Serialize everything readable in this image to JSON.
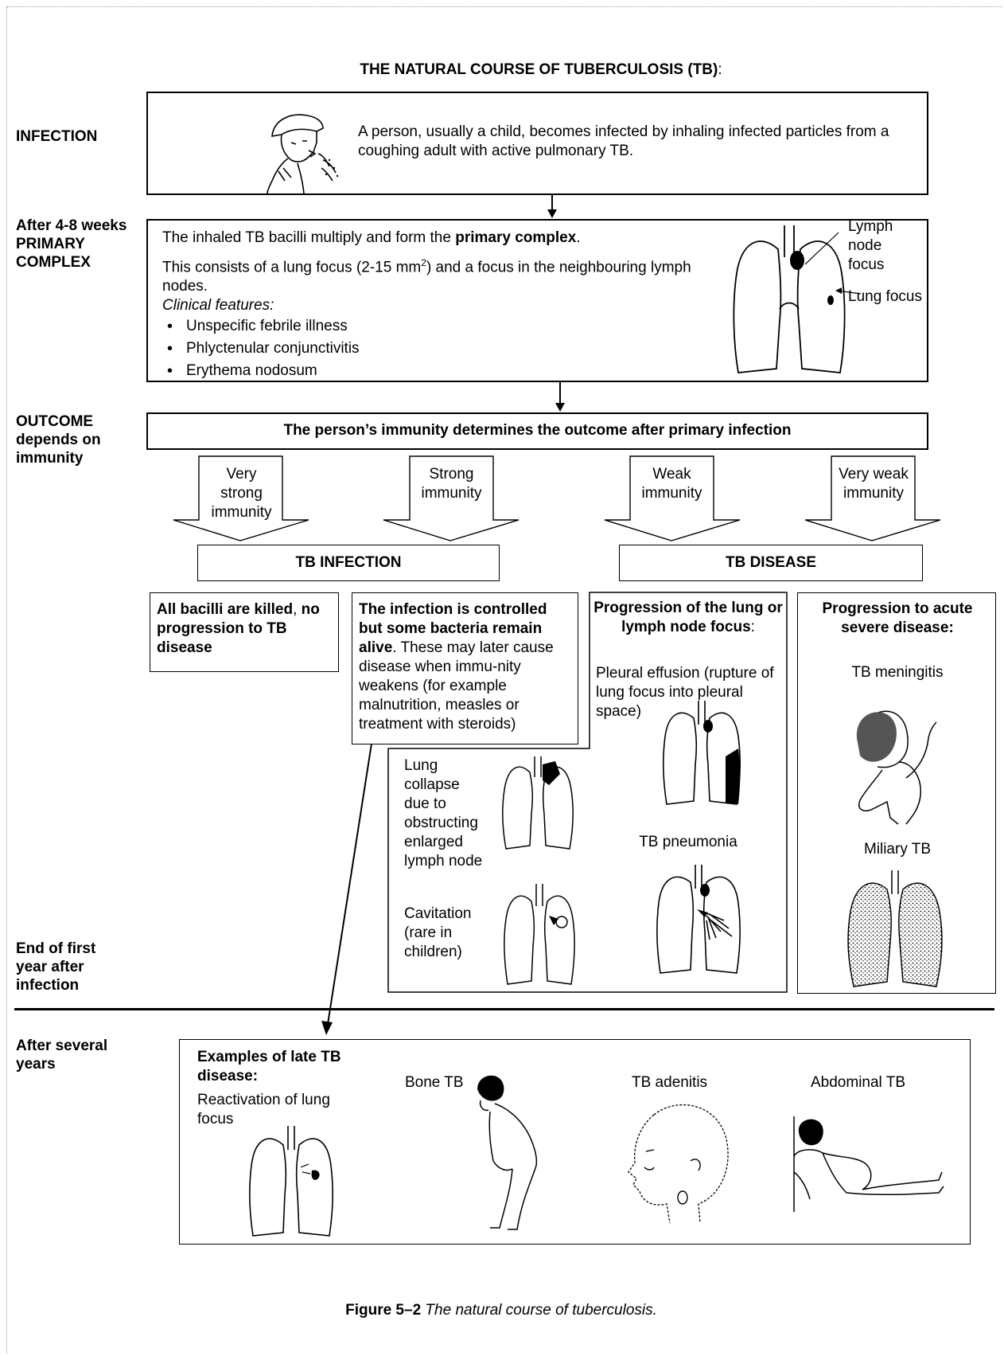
{
  "title": {
    "main": "THE NATURAL COURSE OF TUBERCULOSIS (TB)",
    "colon": ":"
  },
  "stages": {
    "infection": "INFECTION",
    "primary": [
      "After 4-8 weeks",
      "PRIMARY",
      "COMPLEX"
    ],
    "outcome": [
      "OUTCOME",
      "depends on",
      "immunity"
    ],
    "end_first_year": [
      "End of first",
      "year after",
      "infection"
    ],
    "several_years": [
      "After several",
      "years"
    ]
  },
  "infection_box": {
    "text": "A person, usually a child, becomes infected by inhaling infected particles from a coughing adult with active pulmonary TB."
  },
  "primary_box": {
    "line1_pre": "The inhaled TB bacilli multiply and form the ",
    "line1_bold": "primary complex",
    "line1_post": ".",
    "line2_pre": "This consists of a lung focus (2-15 mm",
    "line2_sup": "2",
    "line2_post": ") and a focus in the neighbouring lymph nodes.",
    "clinical_label": "Clinical features:",
    "bullets": [
      "Unspecific febrile illness",
      "Phlyctenular conjunctivitis",
      "Erythema nodosum"
    ],
    "label_lymph": [
      "Lymph node",
      "focus"
    ],
    "label_lung": "Lung focus"
  },
  "outcome_box": {
    "text": "The person’s immunity determines the outcome after primary infection"
  },
  "immunity_arrows": [
    [
      "Very",
      "strong",
      "immunity"
    ],
    [
      "Strong",
      "immunity"
    ],
    [
      "Weak",
      "immunity"
    ],
    [
      "Very weak",
      "immunity"
    ]
  ],
  "categories": {
    "infection": "TB INFECTION",
    "disease": "TB DISEASE"
  },
  "killed_box": {
    "bold": "All bacilli are killed",
    "rest": ",",
    "bold2": "no progression to TB disease"
  },
  "controlled_box": {
    "bold": "The infection is controlled but some bacteria remain alive",
    "rest": ". These may later cause disease when immu-nity weakens (for example malnutrition, measles or treatment with steroids)"
  },
  "progression_box": {
    "heading": "Progression of the lung or lymph node focus",
    "heading_end": ":",
    "pleural": "Pleural effusion (rupture of lung focus into pleural space)",
    "pneumonia": "TB pneumonia",
    "collapse": [
      "Lung",
      "collapse",
      "due to",
      "obstructing",
      "enlarged",
      "lymph node"
    ],
    "cavitation": [
      "Cavitation",
      "(rare in",
      "children)"
    ]
  },
  "acute_box": {
    "heading": "Progression to acute severe disease:",
    "meningitis": "TB meningitis",
    "miliary": "Miliary TB"
  },
  "late_box": {
    "heading": "Examples of late TB disease:",
    "reactivation": [
      "Reactivation of lung",
      "focus"
    ],
    "bone": "Bone TB",
    "adenitis": "TB adenitis",
    "abdominal": "Abdominal TB"
  },
  "caption": {
    "label": "Figure 5–2",
    "text": " The natural course of tuberculosis."
  }
}
